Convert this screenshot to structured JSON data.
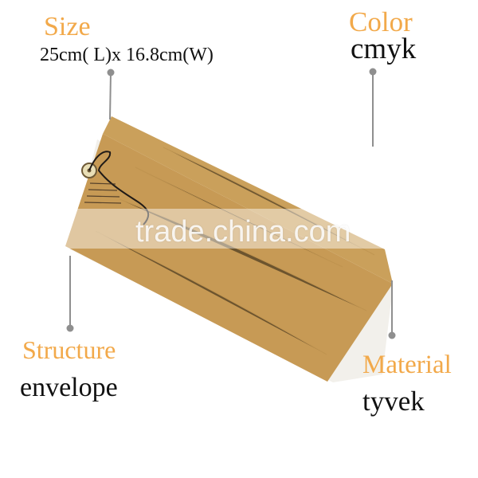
{
  "labels": {
    "size_title": "Size",
    "size_value": "25cm( L)x 16.8cm(W)",
    "color_title": "Color",
    "color_value": "cmyk",
    "structure_title": "Structure",
    "structure_value": "envelope",
    "material_title": "Material",
    "material_value": "tyvek"
  },
  "watermark": "trade.china.com",
  "colors": {
    "accent": "#f2a94a",
    "envelope": "#c79a55",
    "envelope_shadow": "#a97c3d",
    "pointer": "#8f8f8f"
  }
}
